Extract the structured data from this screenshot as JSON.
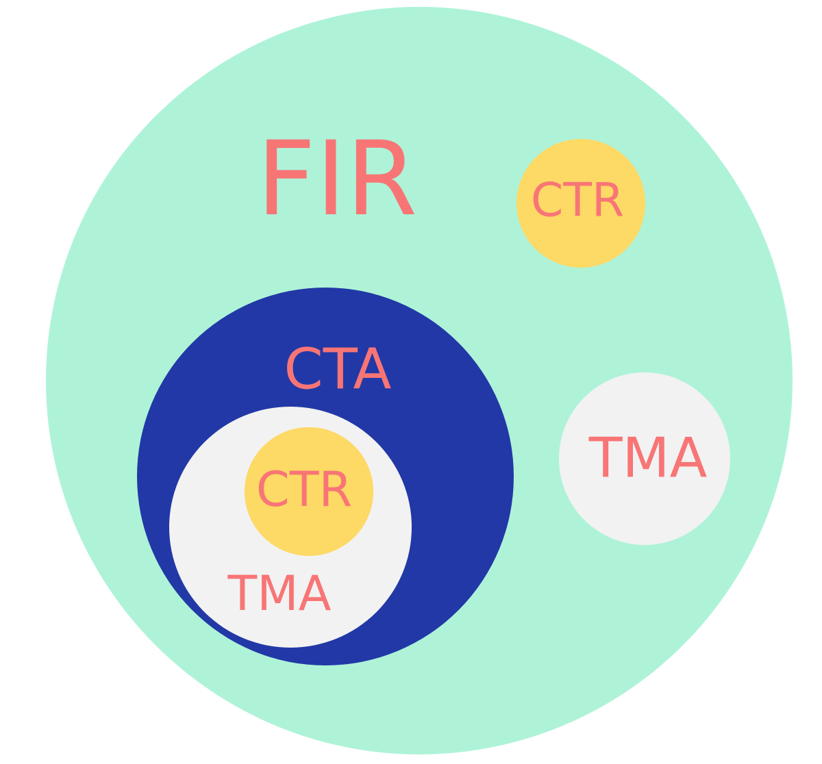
{
  "colors": {
    "fir_fill": "#aef3d8",
    "cta_fill": "#2238a6",
    "tma_fill": "#f2f2f2",
    "ctr_fill": "#fdd966",
    "label_color": "#f87576",
    "background": "#ffffff"
  },
  "diagram": {
    "fir": {
      "label": "FIR"
    },
    "ctr_outer": {
      "label": "CTR"
    },
    "cta": {
      "label": "CTA"
    },
    "tma_inner": {
      "label": "TMA"
    },
    "ctr_inner": {
      "label": "CTR"
    },
    "tma_outer": {
      "label": "TMA"
    }
  }
}
